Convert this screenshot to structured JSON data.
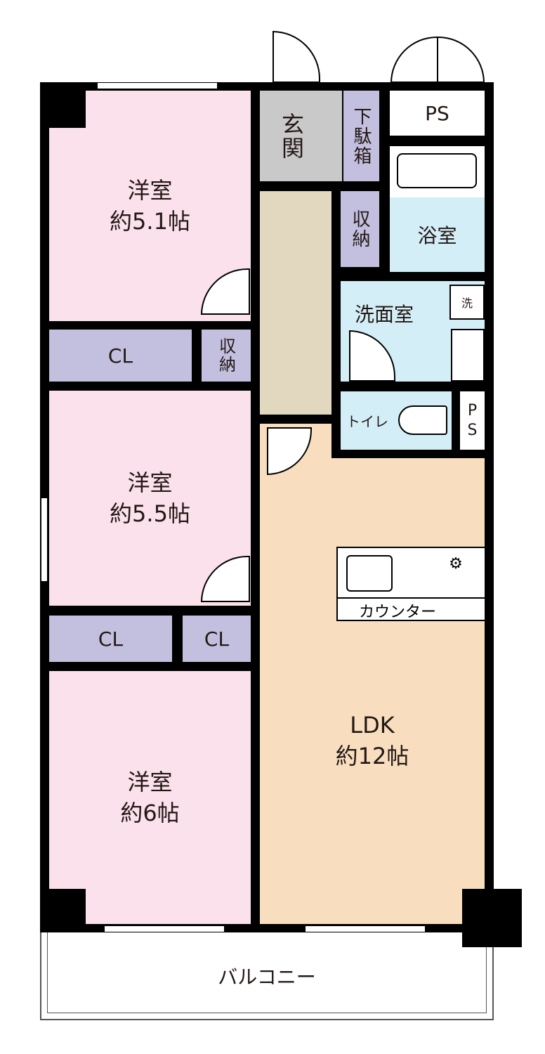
{
  "floorplan": {
    "rooms": {
      "western_room_1": {
        "name": "洋室",
        "size": "約5.1帖"
      },
      "western_room_2": {
        "name": "洋室",
        "size": "約5.5帖"
      },
      "western_room_3": {
        "name": "洋室",
        "size": "約6帖"
      },
      "ldk": {
        "name": "LDK",
        "size": "約12帖"
      },
      "closet_1": "CL",
      "closet_2": "CL",
      "closet_3": "CL",
      "storage_1": "収納",
      "storage_2": "収納",
      "entrance": "玄関",
      "shoe_box": "下駄箱",
      "ps_1": "PS",
      "ps_2": "PS",
      "bathroom": "浴室",
      "washroom": "洗面室",
      "washer": "洗",
      "toilet": "トイレ",
      "counter": "カウンター",
      "balcony": "バルコニー"
    },
    "colors": {
      "western_room": "#fbe1ec",
      "storage": "#c3bfdf",
      "hallway": "#e2d8c0",
      "entrance": "#c9c9c9",
      "wet_area": "#d4eef7",
      "ldk": "#f8debf",
      "wall": "#000000"
    }
  }
}
